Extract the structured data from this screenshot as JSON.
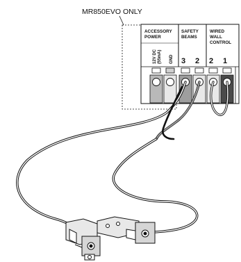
{
  "note": "MR850EVO ONLY",
  "sections": {
    "accessory_power": {
      "line1": "ACCESSORY",
      "line2": "POWER"
    },
    "safety_beams": {
      "line1": "SAFETY",
      "line2": "BEAMS"
    },
    "wired_wall_control": {
      "line1": "WIRED",
      "line2": "WALL",
      "line3": "CONTROL"
    }
  },
  "terminals": {
    "t12v_line1": "12V DC",
    "t12v_line2": "(55mA)",
    "gnd": "GND",
    "beams_3": "3",
    "beams_2": "2",
    "wall_2": "2",
    "wall_1": "1"
  },
  "wire_colors": {
    "black": "#111111",
    "grey": "#9a9a9a",
    "white": "#ffffff"
  }
}
